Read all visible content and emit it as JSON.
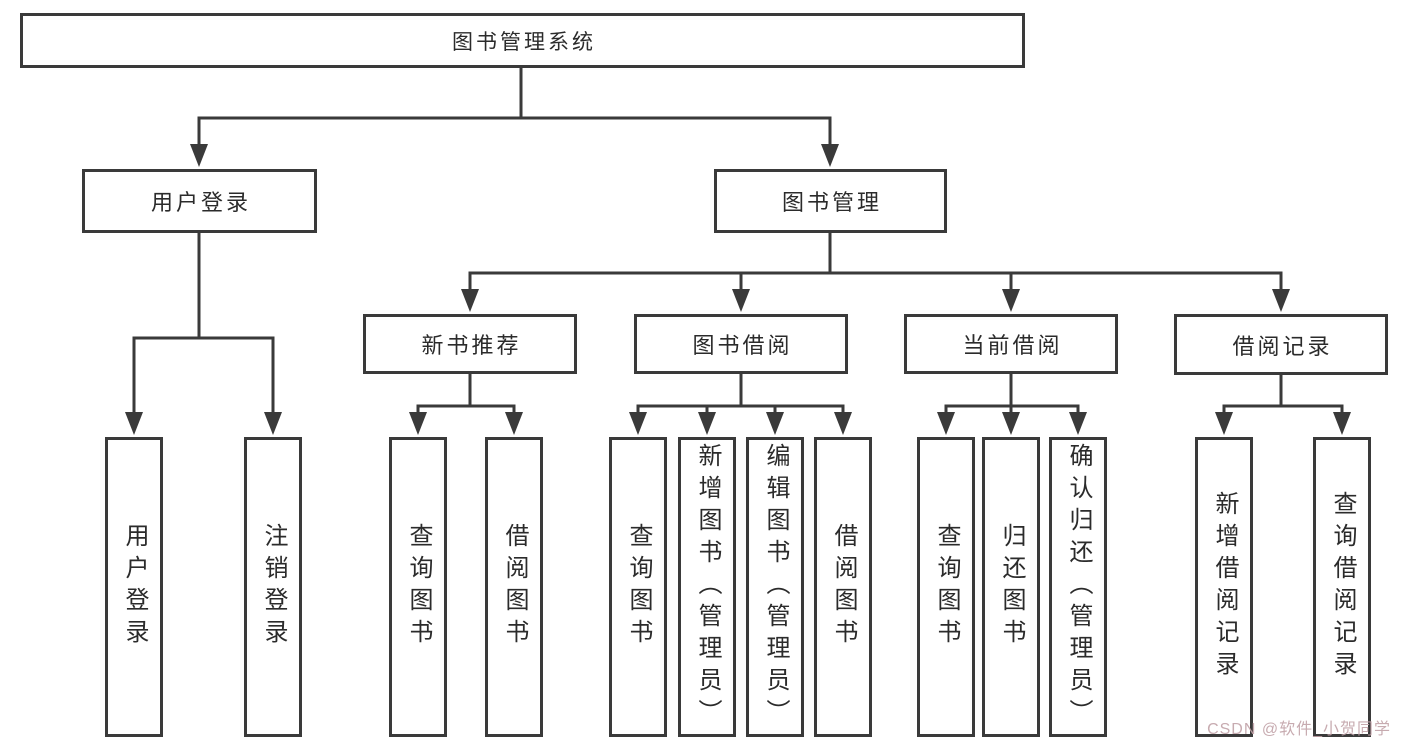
{
  "diagram": {
    "root": "图书管理系统",
    "branches": [
      {
        "label": "用户登录",
        "children": [
          "用户登录",
          "注销登录"
        ]
      },
      {
        "label": "图书管理",
        "children": [
          {
            "label": "新书推荐",
            "children": [
              "查询图书",
              "借阅图书"
            ]
          },
          {
            "label": "图书借阅",
            "children": [
              "查询图书",
              "新增图书（管理员）",
              "编辑图书（管理员）",
              "借阅图书"
            ]
          },
          {
            "label": "当前借阅",
            "children": [
              "查询图书",
              "归还图书",
              "确认归还（管理员）"
            ]
          },
          {
            "label": "借阅记录",
            "children": [
              "新增借阅记录",
              "查询借阅记录"
            ]
          }
        ]
      }
    ]
  },
  "watermark": "CSDN @软件_小贺同学",
  "colors": {
    "line": "#3a3a3a",
    "text": "#2b2b2b",
    "box_background": "#ffffff",
    "watermark": "#c2a2a8"
  }
}
